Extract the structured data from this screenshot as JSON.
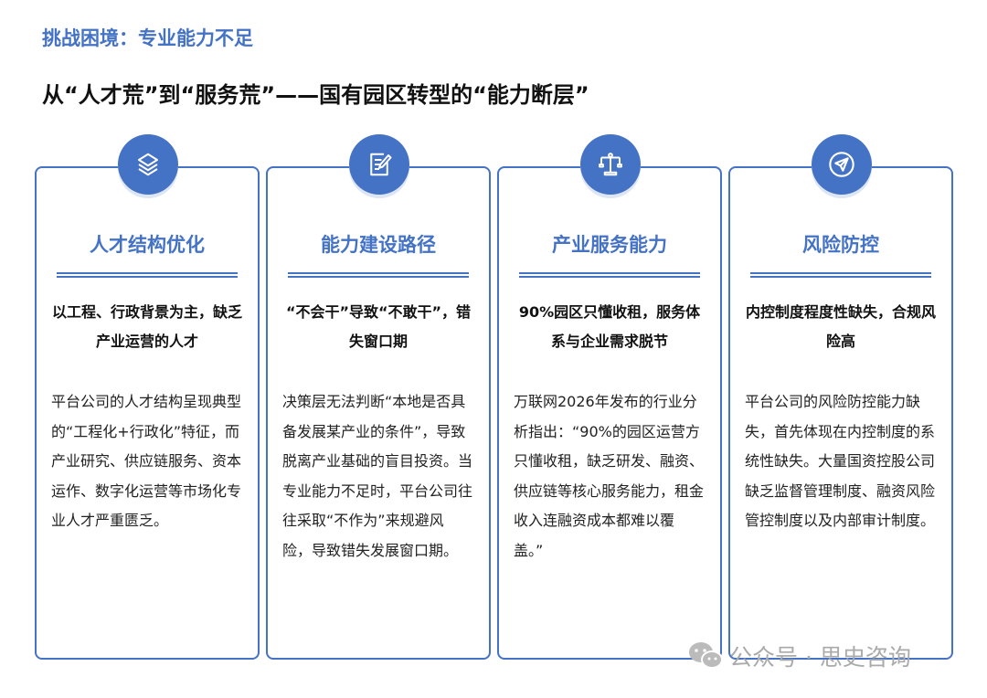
{
  "kicker": "挑战困境：专业能力不足",
  "title": "从“人才荒”到“服务荒”——国有园区转型的“能力断层”",
  "cards": [
    {
      "icon": "layers-icon",
      "title": "人才结构优化",
      "subtitle": "以工程、行政背景为主，缺乏产业运营的人才",
      "body": "平台公司的人才结构呈现典型的“工程化+行政化”特征，而产业研究、供应链服务、资本运作、数字化运营等市场化专业人才严重匮乏。"
    },
    {
      "icon": "document-edit-icon",
      "title": "能力建设路径",
      "subtitle": "“不会干”导致“不敢干”，错失窗口期",
      "body": "决策层无法判断“本地是否具备发展某产业的条件”，导致脱离产业基础的盲目投资。当专业能力不足时，平台公司往往采取“不作为”来规避风险，导致错失发展窗口期。"
    },
    {
      "icon": "scale-icon",
      "title": "产业服务能力",
      "subtitle": "90%园区只懂收租，服务体系与企业需求脱节",
      "body": "万联网2026年发布的行业分析指出：“90%的园区运营方只懂收租，缺乏研发、融资、供应链等核心服务能力，租金收入连融资成本都难以覆盖。”"
    },
    {
      "icon": "send-icon",
      "title": "风险防控",
      "subtitle": "内控制度程度性缺失，合规风险高",
      "body": "平台公司的风险防控能力缺失，首先体现在内控制度的系统性缺失。大量国资控股公司缺乏监督管理制度、融资风险管控制度以及内部审计制度。"
    }
  ],
  "watermark": "公众号 · 思史咨询"
}
